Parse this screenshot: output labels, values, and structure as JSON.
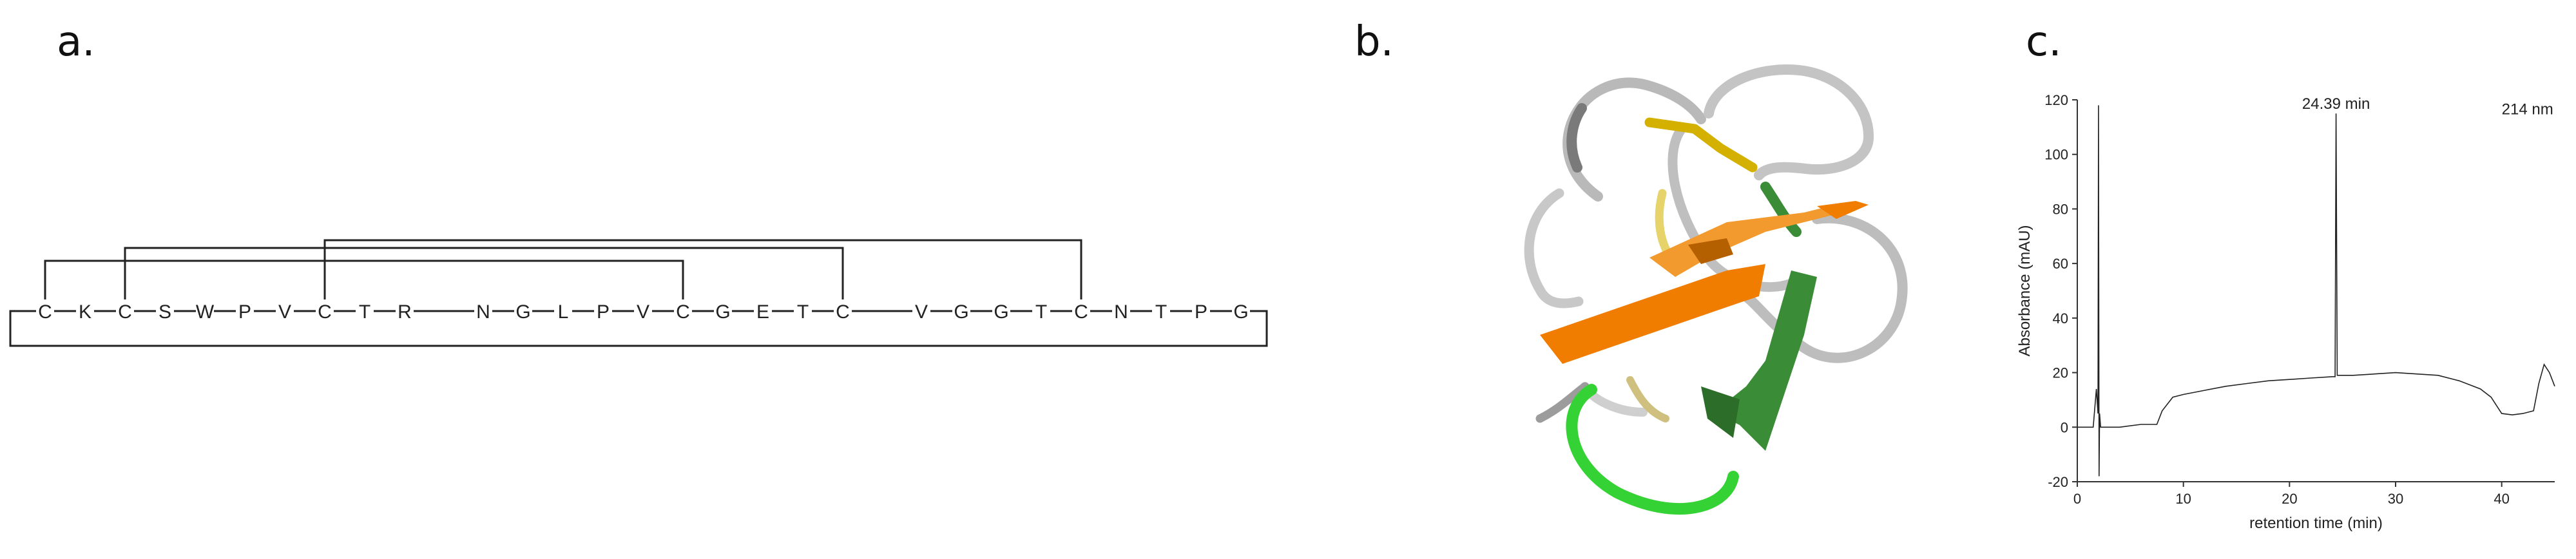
{
  "figure": {
    "panels": {
      "a": {
        "label": "a."
      },
      "b": {
        "label": "b."
      },
      "c": {
        "label": "c."
      }
    }
  },
  "sequence": {
    "residues": [
      "C",
      "K",
      "C",
      "S",
      "W",
      "P",
      "V",
      "C",
      "T",
      "R",
      "N",
      "G",
      "L",
      "P",
      "V",
      "C",
      "G",
      "E",
      "T",
      "C",
      "V",
      "G",
      "G",
      "T",
      "C",
      "N",
      "T",
      "P",
      "G"
    ],
    "long_bonds_after": [
      9,
      19
    ],
    "disulfide_bonds": [
      [
        0,
        15
      ],
      [
        2,
        19
      ],
      [
        7,
        24
      ]
    ]
  },
  "structure": {
    "colors": {
      "loop": "#c8c8c8",
      "disulfide": "#d4b000",
      "strand_orange": "#f07d00",
      "strand_green": "#3a8c36",
      "loop_green": "#35d235"
    }
  },
  "chart_data": {
    "type": "line",
    "title": "",
    "xlabel": "retention time (min)",
    "ylabel": "Absorbance (mAU)",
    "xlim": [
      0,
      45
    ],
    "ylim": [
      -20,
      120
    ],
    "xticks": [
      0,
      10,
      20,
      30,
      40
    ],
    "yticks": [
      -20,
      0,
      20,
      40,
      60,
      80,
      100,
      120
    ],
    "grid": false,
    "annotations": [
      {
        "text": "24.39 min",
        "x": 24.39,
        "y": 120
      },
      {
        "text": "214 nm",
        "x": 40,
        "y": 118
      }
    ],
    "series": [
      {
        "name": "",
        "x": [
          0,
          1.5,
          1.8,
          1.95,
          2.0,
          2.05,
          2.1,
          2.2,
          2.5,
          4,
          6,
          7.5,
          8,
          9,
          10,
          12,
          14,
          16,
          18,
          20,
          22,
          24,
          24.3,
          24.39,
          24.5,
          24.8,
          26,
          28,
          30,
          32,
          34,
          36,
          38,
          39,
          40,
          41,
          42,
          43,
          43.5,
          44,
          44.5,
          45
        ],
        "y": [
          0,
          0,
          14,
          5,
          118,
          -18,
          5,
          0,
          0,
          0,
          1,
          1,
          6,
          11,
          12,
          13.5,
          15,
          16,
          17,
          17.5,
          18,
          18.5,
          18.5,
          115,
          19,
          19,
          19,
          19.5,
          20,
          19.5,
          19,
          17,
          14,
          11,
          5,
          4.5,
          5,
          6,
          16,
          23,
          20,
          15
        ]
      }
    ]
  }
}
